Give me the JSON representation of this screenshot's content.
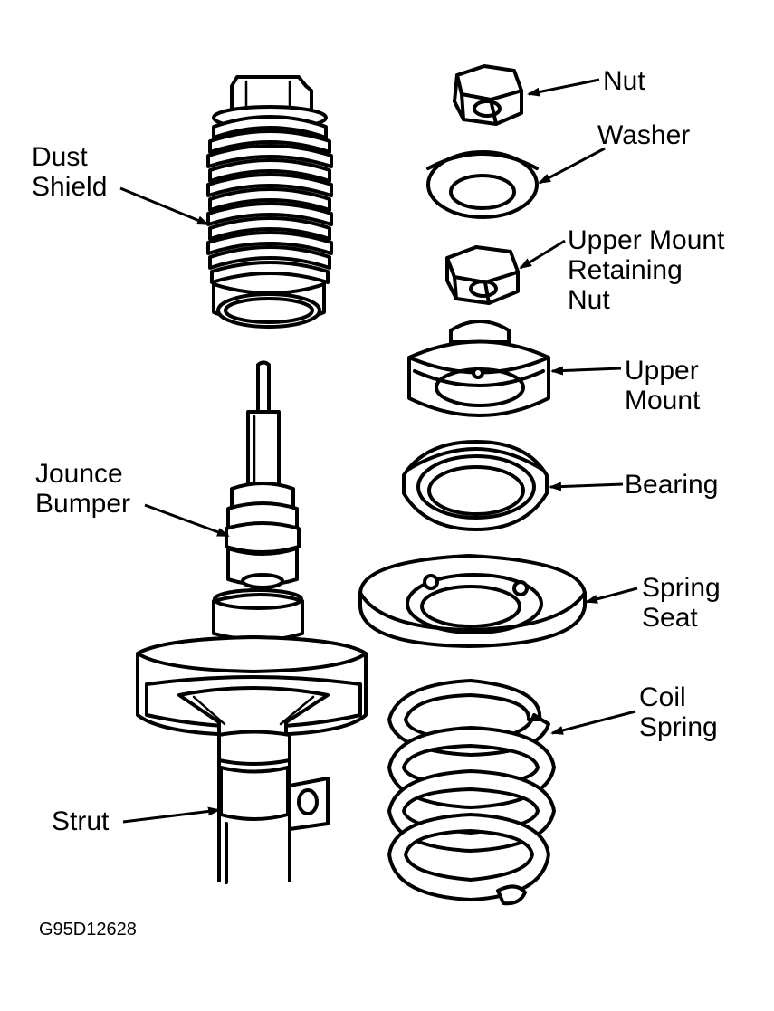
{
  "labels": {
    "nut": "Nut",
    "washer": "Washer",
    "upper_mount_retaining_nut": "Upper Mount\nRetaining\nNut",
    "dust_shield": "Dust\nShield",
    "upper_mount": "Upper\nMount",
    "bearing": "Bearing",
    "jounce_bumper": "Jounce\nBumper",
    "spring_seat": "Spring\nSeat",
    "coil_spring": "Coil\nSpring",
    "strut": "Strut"
  },
  "figure_code": "G95D12628",
  "colors": {
    "line": "#000000",
    "background": "#ffffff"
  }
}
